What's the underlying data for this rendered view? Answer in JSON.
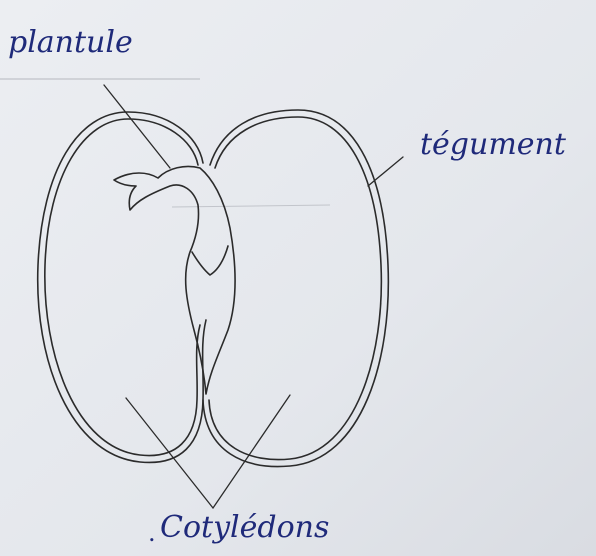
{
  "labels": {
    "plantule": "plantule",
    "tegument": "tégument",
    "cotyledons": "Cotylédons"
  },
  "colors": {
    "paper": "#e6e9ee",
    "ink_pencil": "#2b2b2b",
    "ink_pen": "#1f2a7a",
    "ruled_line": "#b5b8be"
  }
}
